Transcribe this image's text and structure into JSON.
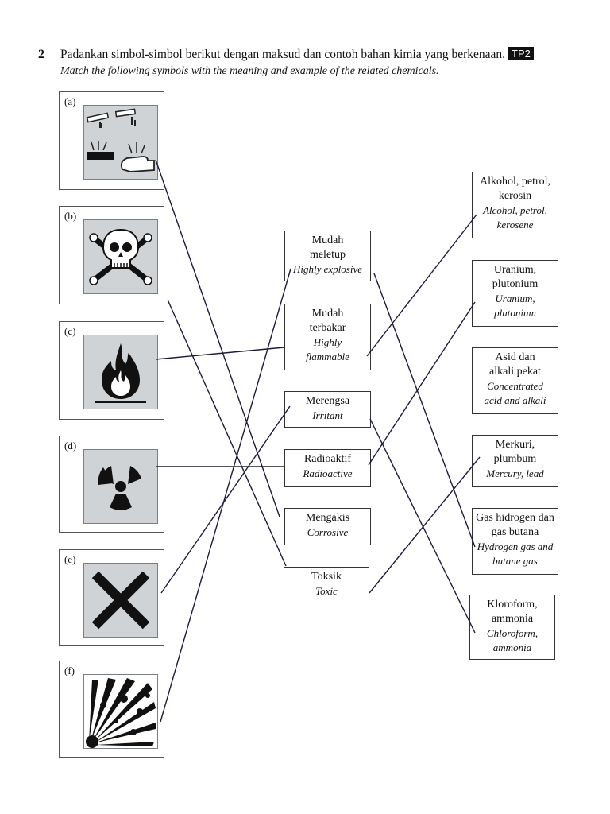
{
  "question": {
    "number": "2",
    "malay": "Padankan simbol-simbol berikut dengan maksud dan contoh bahan kimia yang berkenaan.",
    "tag": "TP2",
    "english": "Match the following symbols with the meaning and example of the related chemicals."
  },
  "symbols": [
    {
      "label": "(a)",
      "icon": "corrosive-icon"
    },
    {
      "label": "(b)",
      "icon": "skull-crossbones-icon"
    },
    {
      "label": "(c)",
      "icon": "flame-icon"
    },
    {
      "label": "(d)",
      "icon": "radioactive-icon"
    },
    {
      "label": "(e)",
      "icon": "cross-x-icon"
    },
    {
      "label": "(f)",
      "icon": "explosion-icon"
    }
  ],
  "meanings": [
    {
      "malay": "Mudah meletup",
      "english": "Highly explosive"
    },
    {
      "malay": "Mudah terbakar",
      "english": "Highly flammable"
    },
    {
      "malay": "Merengsa",
      "english": "Irritant"
    },
    {
      "malay": "Radioaktif",
      "english": "Radioactive"
    },
    {
      "malay": "Mengakis",
      "english": "Corrosive"
    },
    {
      "malay": "Toksik",
      "english": "Toxic"
    }
  ],
  "examples": [
    {
      "malay": "Alkohol, petrol, kerosin",
      "english": "Alcohol, petrol, kerosene"
    },
    {
      "malay": "Uranium, plutonium",
      "english": "Uranium, plutonium"
    },
    {
      "malay": "Asid dan alkali pekat",
      "english": "Concentrated acid and alkali"
    },
    {
      "malay": "Merkuri, plumbum",
      "english": "Mercury, lead"
    },
    {
      "malay": "Gas hidrogen dan gas butana",
      "english": "Hydrogen gas and butane gas"
    },
    {
      "malay": "Kloroform, ammonia",
      "english": "Chloroform, ammonia"
    }
  ],
  "colors": {
    "line": "#1b1b3a",
    "symbol_bg": "#cfd3d6"
  }
}
